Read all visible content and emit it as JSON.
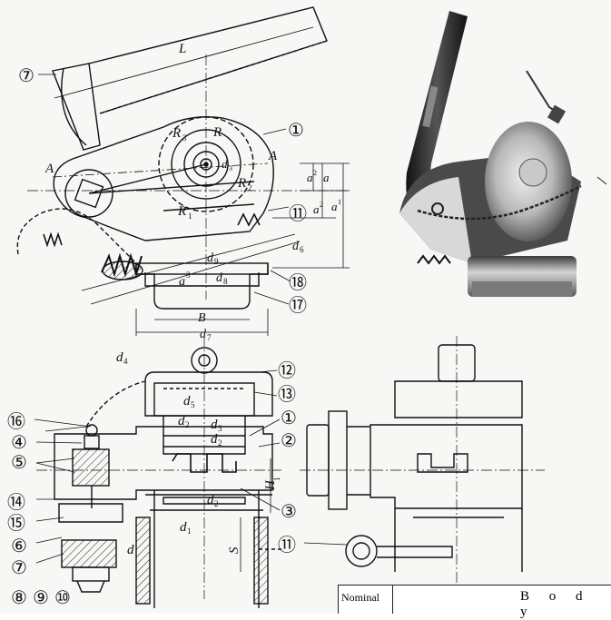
{
  "top_diagram": {
    "dimension_L": "L",
    "part_numbers": [
      "⑦",
      "①",
      "⑪",
      "⑱",
      "⑰"
    ],
    "labels": {
      "R": "R",
      "R1": "R",
      "R1_sub": "1",
      "R2": "R",
      "R2_sub": "2",
      "R3": "R",
      "R3_sub": "3",
      "d3": "d",
      "d3_sub": "3",
      "A_left": "A",
      "A_right": "A",
      "a2_top": "a",
      "a2_top_sup": "2",
      "a": "a",
      "a2_mid": "a",
      "a2_mid_sup": "2",
      "a1": "a",
      "a1_sup": "1",
      "d6": "d",
      "d6_sub": "6",
      "d9": "d",
      "d9_sub": "9",
      "d8": "d",
      "d8_sub": "8",
      "a3": "a",
      "a3_sup": "3",
      "B": "B",
      "d7": "d",
      "d7_sub": "7"
    }
  },
  "bottom_diagram": {
    "left_parts": [
      "⑯",
      "④",
      "⑤",
      "⑭",
      "⑮",
      "⑥",
      "⑦",
      "⑧",
      "⑨",
      "⑩"
    ],
    "right_parts": [
      "⑫",
      "⑬",
      "①",
      "②",
      "③",
      "⑪"
    ],
    "labels": {
      "d4": "d",
      "d4_sub": "4",
      "d5": "d",
      "d5_sub": "5",
      "d2a": "d",
      "d2a_sub": "2",
      "d3": "d",
      "d3_sub": "3",
      "d2b": "d",
      "d2b_sub": "2",
      "d2c": "d",
      "d2c_sub": "2",
      "H1": "H",
      "H1_sub": "1",
      "d1": "d",
      "d1_sub": "1",
      "d": "d",
      "S": "S"
    }
  },
  "table": {
    "col1_header": "Nominal",
    "col2_header": "B o d y"
  },
  "colors": {
    "ink": "#111111",
    "paper": "#f7f7f5",
    "metal_dark": "#2a2a2a",
    "metal_mid": "#8a8a8a",
    "metal_light": "#d8d8d8"
  }
}
